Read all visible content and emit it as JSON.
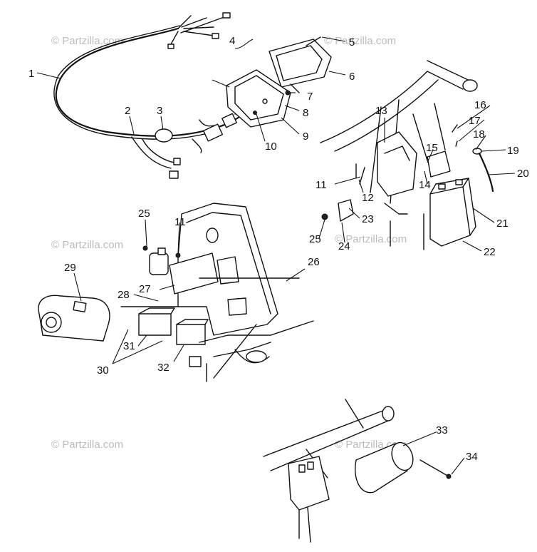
{
  "watermark": "© Partzilla.com",
  "callouts": [
    {
      "id": "1",
      "label": "1"
    },
    {
      "id": "2",
      "label": "2"
    },
    {
      "id": "3",
      "label": "3"
    },
    {
      "id": "4",
      "label": "4"
    },
    {
      "id": "5",
      "label": "5"
    },
    {
      "id": "6",
      "label": "6"
    },
    {
      "id": "7",
      "label": "7"
    },
    {
      "id": "8",
      "label": "8"
    },
    {
      "id": "9",
      "label": "9"
    },
    {
      "id": "10",
      "label": "10"
    },
    {
      "id": "11a",
      "label": "11"
    },
    {
      "id": "11b",
      "label": "11"
    },
    {
      "id": "12",
      "label": "12"
    },
    {
      "id": "13",
      "label": "13"
    },
    {
      "id": "14",
      "label": "14"
    },
    {
      "id": "15",
      "label": "15"
    },
    {
      "id": "16",
      "label": "16"
    },
    {
      "id": "17",
      "label": "17"
    },
    {
      "id": "18",
      "label": "18"
    },
    {
      "id": "19",
      "label": "19"
    },
    {
      "id": "20",
      "label": "20"
    },
    {
      "id": "21",
      "label": "21"
    },
    {
      "id": "22",
      "label": "22"
    },
    {
      "id": "23",
      "label": "23"
    },
    {
      "id": "24",
      "label": "24"
    },
    {
      "id": "25a",
      "label": "25"
    },
    {
      "id": "25b",
      "label": "25"
    },
    {
      "id": "26",
      "label": "26"
    },
    {
      "id": "27",
      "label": "27"
    },
    {
      "id": "28",
      "label": "28"
    },
    {
      "id": "29",
      "label": "29"
    },
    {
      "id": "30",
      "label": "30"
    },
    {
      "id": "31",
      "label": "31"
    },
    {
      "id": "32",
      "label": "32"
    },
    {
      "id": "33",
      "label": "33"
    },
    {
      "id": "34",
      "label": "34"
    }
  ]
}
